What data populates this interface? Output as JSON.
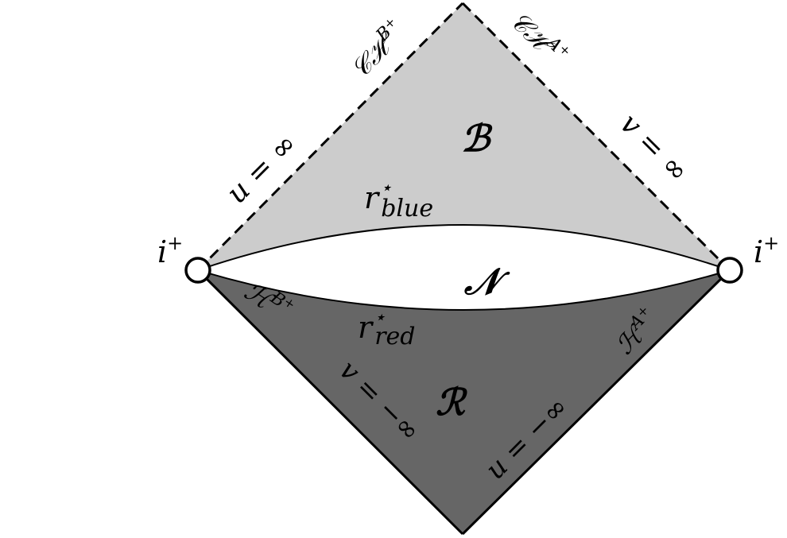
{
  "diagram": {
    "regions": {
      "blueshift": "ℬ",
      "no_shift": "𝒩",
      "redshift": "ℛ"
    },
    "curves": {
      "r_blue_base": "r",
      "r_blue_sup": "⋆",
      "r_blue_sub": "blue",
      "r_red_base": "r",
      "r_red_sup": "⋆",
      "r_red_sub": "red"
    },
    "boundaries": {
      "ch_b": {
        "base": "𝒞ℋ",
        "sup_base": "B",
        "sup_plus": "+"
      },
      "ch_a": {
        "base": "𝒞ℋ",
        "sup_base": "A",
        "sup_plus": "+"
      },
      "h_b": {
        "base": "ℋ",
        "sup_base": "B",
        "sup_plus": "+"
      },
      "h_a": {
        "base": "ℋ",
        "sup_base": "A",
        "sup_plus": "+"
      },
      "u_inf": "u = ∞",
      "v_inf": "v = ∞",
      "v_minus_inf": "v = −∞",
      "u_minus_inf": "u = −∞"
    },
    "corners": {
      "left": {
        "base": "i",
        "sup": "+"
      },
      "right": {
        "base": "i",
        "sup": "+"
      }
    },
    "colors": {
      "upper_region": "#cccccc",
      "lower_region": "#666666",
      "middle_region": "#ffffff",
      "stroke": "#000000"
    }
  }
}
